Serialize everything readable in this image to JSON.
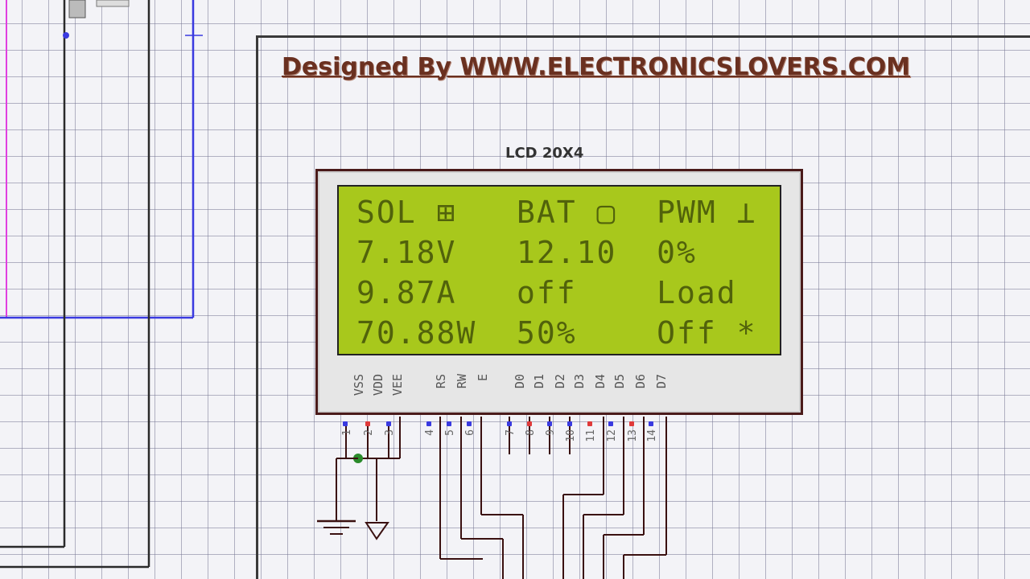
{
  "header": {
    "designed_by": "Designed By WWW.ELECTRONICSLOVERS.COM"
  },
  "lcd": {
    "component_name": "LCD 20X4",
    "rows": [
      "SOL ⊞   BAT ▢  PWM ⊥",
      "7.18V   12.10  0%",
      "9.87A   off    Load",
      "70.88W  50%    Off *"
    ],
    "pin_labels": [
      "VSS",
      "VDD",
      "VEE",
      "RS",
      "RW",
      "E",
      "D0",
      "D1",
      "D2",
      "D3",
      "D4",
      "D5",
      "D6",
      "D7"
    ],
    "pin_numbers": [
      "1",
      "2",
      "3",
      "4",
      "5",
      "6",
      "7",
      "8",
      "9",
      "10",
      "11",
      "12",
      "13",
      "14"
    ]
  },
  "colors": {
    "lcd_background": "#a8c81c",
    "lcd_text": "#4a5a0a",
    "wire_blue": "#3a3ae0",
    "wire_magenta": "#e040e0",
    "wire_dark": "#3a1010"
  }
}
